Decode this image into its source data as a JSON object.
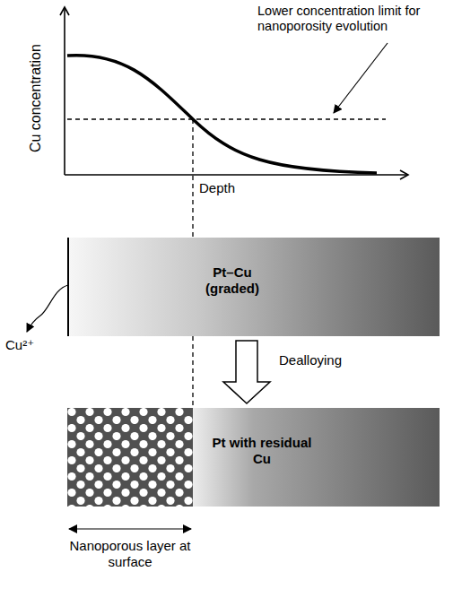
{
  "diagram": {
    "nodes": [
      {
        "text": [
          "Pt–Cu (graded)"
        ]
      },
      {
        "text": [
          "Pt with residual Cu"
        ]
      }
    ],
    "edges": [
      {
        "from": 0,
        "to": 1,
        "arrow": "to",
        "label": "Dealloying"
      }
    ],
    "labels": [
      "Cu concentration",
      "Lower concentration limit for nanoporosity evolution",
      "Depth",
      "Cu²⁺",
      "Nanoporous layer at surface"
    ]
  }
}
